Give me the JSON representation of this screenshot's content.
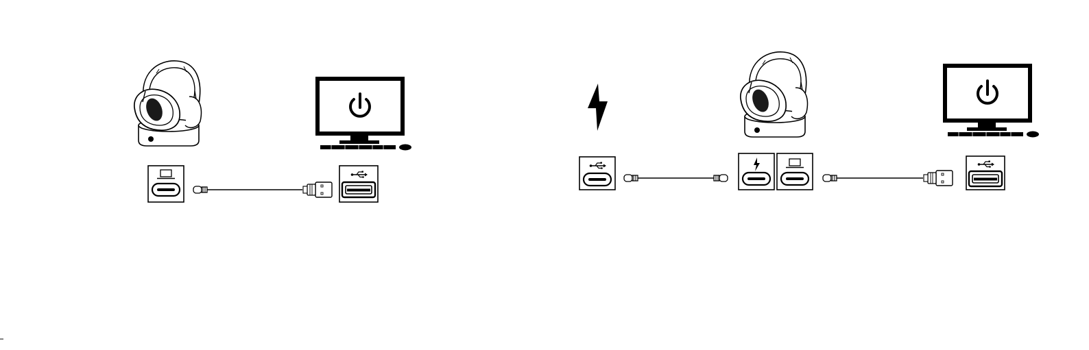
{
  "colors": {
    "ink": "#000000",
    "paper": "#ffffff",
    "headset_shade": "#1a1a1a"
  },
  "diagram": {
    "left_panel": {
      "headset_dock": {
        "icon": "headset-on-dock-illustration"
      },
      "dock_port": {
        "port_icon": "laptop-icon",
        "connector": "usb-c-port"
      },
      "cable": {
        "end_a": "usb-c-plug",
        "end_b": "usb-a-plug"
      },
      "pc_port": {
        "port_icon": "usb-icon",
        "connector": "usb-a-port"
      },
      "computer": {
        "icon": "desktop-computer-power-icon"
      }
    },
    "right_panel": {
      "power_source": {
        "icon": "lightning-bolt-icon"
      },
      "power_port": {
        "port_icon": "usb-icon",
        "connector": "usb-c-port"
      },
      "cable_power": {
        "end_a": "usb-c-plug",
        "end_b": "usb-c-plug"
      },
      "dock_ports": [
        {
          "port_icon": "lightning-small-icon",
          "connector": "usb-c-port"
        },
        {
          "port_icon": "laptop-icon",
          "connector": "usb-c-port"
        }
      ],
      "headset_dock": {
        "icon": "headset-on-dock-illustration"
      },
      "cable_pc": {
        "end_a": "usb-c-plug",
        "end_b": "usb-a-plug"
      },
      "pc_port": {
        "port_icon": "usb-icon",
        "connector": "usb-a-port"
      },
      "computer": {
        "icon": "desktop-computer-power-icon"
      }
    }
  }
}
